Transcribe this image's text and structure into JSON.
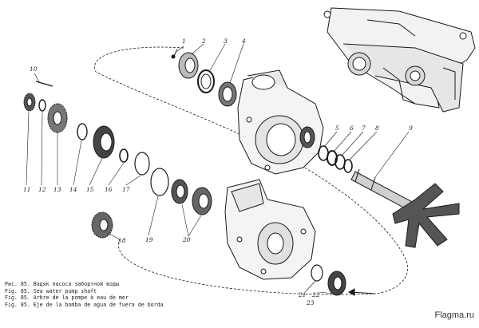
{
  "diagram": {
    "labels": [
      "1",
      "2",
      "3",
      "4",
      "5",
      "6",
      "7",
      "8",
      "9",
      "10",
      "11",
      "12",
      "13",
      "14",
      "15",
      "16",
      "17",
      "18",
      "19",
      "20",
      "21",
      "22",
      "23"
    ]
  },
  "caption": [
    "Рис. 85. Вадяк насоса забортной воды",
    "Fig. 85. Sea water pump shaft",
    "Fig. 85. Arbre de la pompe à eau de mer",
    "Fig. 85. Eje de la bomba de agua de fuera de borda"
  ],
  "watermark": "Flagma.ru",
  "colors": {
    "ink": "#1a1a1a",
    "paper": "#ffffff"
  }
}
